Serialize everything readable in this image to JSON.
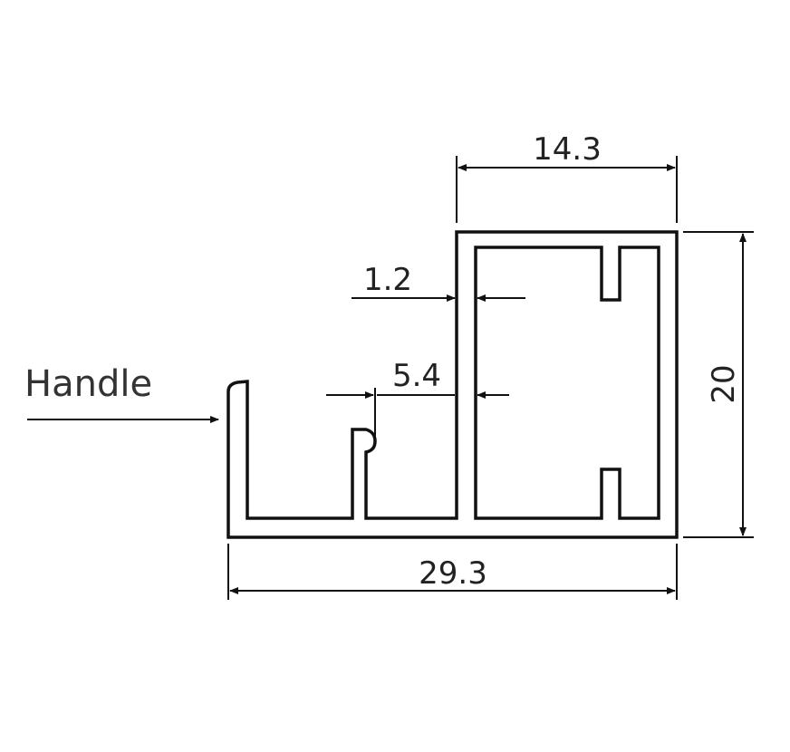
{
  "labels": {
    "handle": "Handle"
  },
  "dimensions": {
    "top_width": "14.3",
    "wall": "1.2",
    "gap": "5.4",
    "height": "20",
    "total_width": "29.3"
  },
  "colors": {
    "line": "#111111",
    "text": "#222222",
    "background": "#ffffff"
  }
}
